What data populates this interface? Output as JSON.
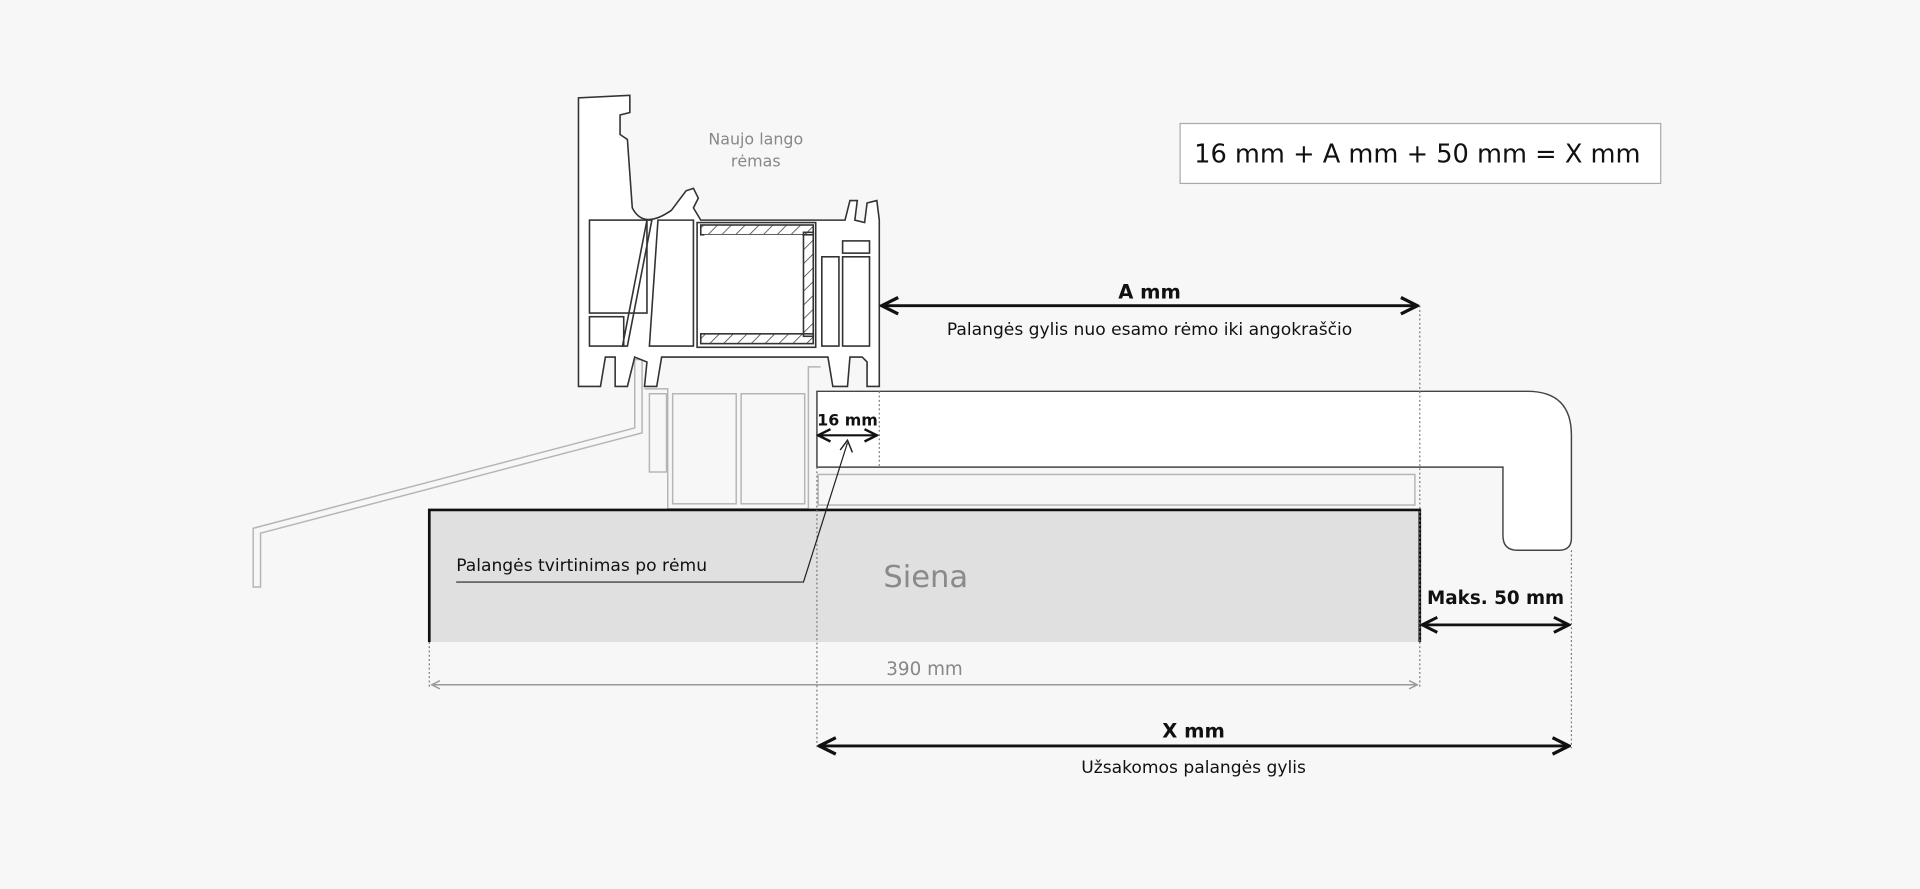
{
  "formula": "16 mm + A mm + 50 mm = X mm",
  "frame_label_line1": "Naujo lango",
  "frame_label_line2": "rėmas",
  "dim_a": {
    "label": "A mm",
    "caption": "Palangės gylis nuo esamo rėmo iki angokraščio"
  },
  "dim_16": {
    "label": "16 mm"
  },
  "mount_label": "Palangės tvirtinimas po rėmu",
  "wall_label": "Siena",
  "dim_390": {
    "label": "390 mm"
  },
  "dim_max": {
    "label": "Maks. 50 mm"
  },
  "dim_x": {
    "label": "X mm",
    "caption": "Užsakomos palangės gylis"
  },
  "colors": {
    "background": "#f7f7f7",
    "wall": "#e0e0e0",
    "line": "#111111",
    "grey": "#9a9a9a"
  }
}
